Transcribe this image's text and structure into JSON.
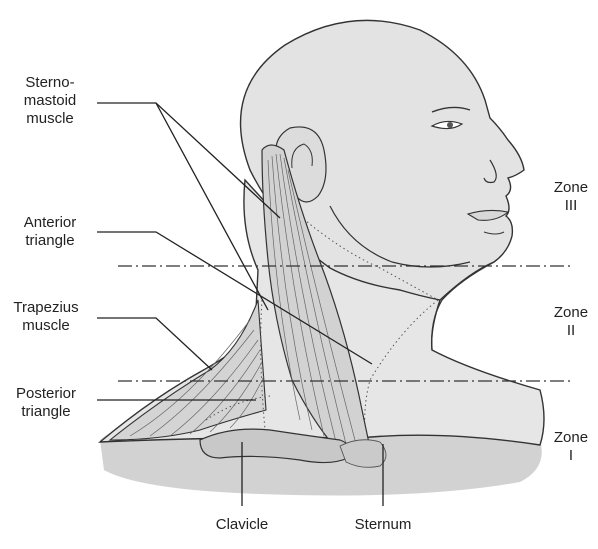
{
  "labels": {
    "sternomastoid": [
      "Sterno-",
      "mastoid",
      "muscle"
    ],
    "anterior_triangle": [
      "Anterior",
      "triangle"
    ],
    "trapezius": [
      "Trapezius",
      "muscle"
    ],
    "posterior_triangle": [
      "Posterior",
      "triangle"
    ],
    "clavicle": "Clavicle",
    "sternum": "Sternum"
  },
  "zones": [
    {
      "word": "Zone",
      "numeral": "III"
    },
    {
      "word": "Zone",
      "numeral": "II"
    },
    {
      "word": "Zone",
      "numeral": "I"
    }
  ],
  "colors": {
    "skin": "#e3e3e3",
    "skin_dark": "#cfcfcf",
    "muscle": "#d6d6d6",
    "line": "#333333"
  }
}
